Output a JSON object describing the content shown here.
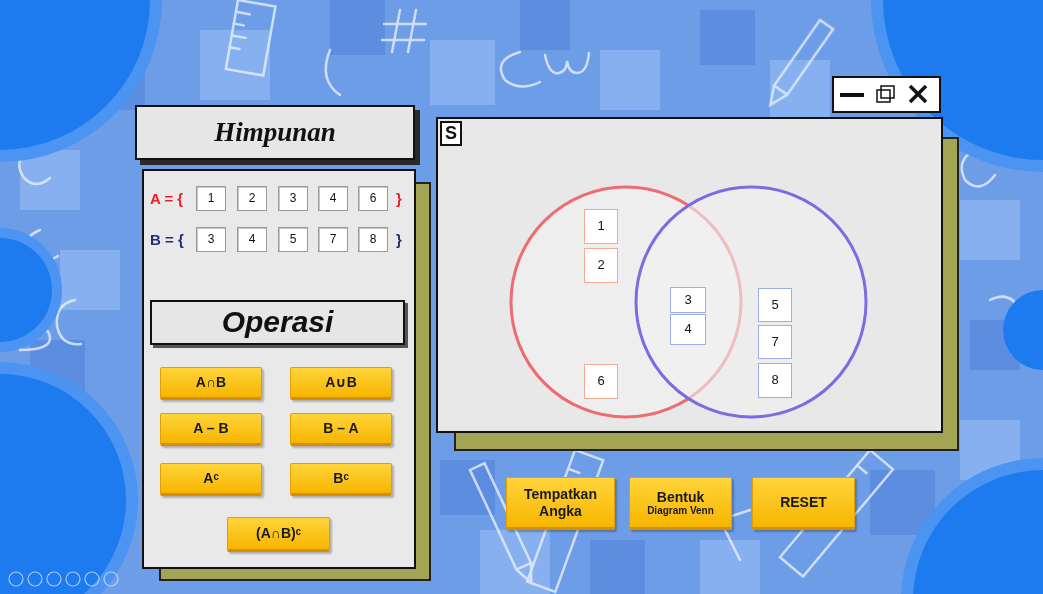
{
  "diagram": {
    "nodes": [
      {
        "text": [
          "Himpunan"
        ]
      },
      {
        "text": [
          "A = {",
          "}",
          "B = {",
          "}"
        ]
      },
      {
        "text": [
          "1"
        ],
        "in": 1
      },
      {
        "text": [
          "2"
        ],
        "in": 1
      },
      {
        "text": [
          "3"
        ],
        "in": 1
      },
      {
        "text": [
          "4"
        ],
        "in": 1
      },
      {
        "text": [
          "6"
        ],
        "in": 1
      },
      {
        "text": [
          "3"
        ],
        "in": 1
      },
      {
        "text": [
          "4"
        ],
        "in": 1
      },
      {
        "text": [
          "5"
        ],
        "in": 1
      },
      {
        "text": [
          "7"
        ],
        "in": 1
      },
      {
        "text": [
          "8"
        ],
        "in": 1
      },
      {
        "text": [
          "Operasi"
        ],
        "in": 1
      },
      {
        "text": [
          "A∩B"
        ],
        "in": 1
      },
      {
        "text": [
          "A∪B"
        ],
        "in": 1
      },
      {
        "text": [
          "A – B"
        ],
        "in": 1
      },
      {
        "text": [
          "B – A"
        ],
        "in": 1
      },
      {
        "text": [
          "Aᶜ"
        ],
        "in": 1
      },
      {
        "text": [
          "Bᶜ"
        ],
        "in": 1
      },
      {
        "text": [
          "(A∩B)ᶜ"
        ],
        "in": 1
      },
      {
        "text": [
          "S"
        ]
      },
      {
        "text": [
          "1"
        ],
        "in": 20
      },
      {
        "text": [
          "2"
        ],
        "in": 20
      },
      {
        "text": [
          "3"
        ],
        "in": 20
      },
      {
        "text": [
          "5"
        ],
        "in": 20
      },
      {
        "text": [
          "4"
        ],
        "in": 20
      },
      {
        "text": [
          "7"
        ],
        "in": 20
      },
      {
        "text": [
          "6"
        ],
        "in": 20
      },
      {
        "text": [
          "8"
        ],
        "in": 20
      },
      {
        "text": [
          "Tempatkan Angka"
        ]
      },
      {
        "text": [
          "Bentuk",
          "Diagram Venn"
        ]
      },
      {
        "text": [
          "RESET"
        ]
      }
    ]
  }
}
